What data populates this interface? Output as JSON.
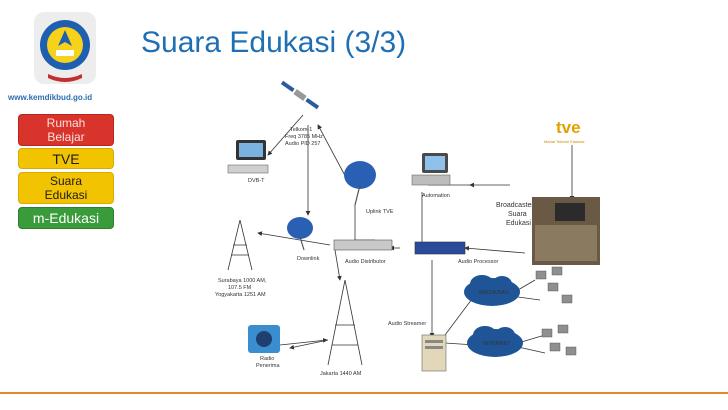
{
  "header": {
    "title": "Suara Edukasi (3/3)",
    "url": "www.kemdikbud.go.id"
  },
  "sidebar": {
    "items": [
      {
        "lines": [
          "Rumah",
          "Belajar"
        ]
      },
      {
        "lines": [
          "TVE"
        ]
      },
      {
        "lines": [
          "Suara",
          "Edukasi"
        ]
      },
      {
        "lines": [
          "m-Edukasi"
        ]
      }
    ]
  },
  "diagram": {
    "satellite": [
      "Telkom-1",
      "Freq 3785 MHz",
      "Audio PID 257"
    ],
    "dvb": "DVB-T",
    "uplink": "Uplink TVE",
    "downlink": "Downlink",
    "audio_distributor": "Audio Distributor",
    "automation": "Automation",
    "broadcaster": [
      "Broadcaster",
      "Suara",
      "Edukasi"
    ],
    "audio_processor": "Audio Processor",
    "surabaya": [
      "Surabaya 1000 AM,",
      "107.5 FM",
      "Yogyakarta 1251 AM"
    ],
    "jakarta": "Jakarta 1440 AM",
    "radio": [
      "Radio",
      "Penerima"
    ],
    "audio_streamer": "Audio Streamer",
    "jardiknas": "JARDIKNAS",
    "internet": "INTERNET",
    "tve_logo": "tve",
    "tve_tagline": "Media Televisi Edukasi"
  },
  "colors": {
    "title": "#1f6fb4",
    "rumah_belajar": "#d9342b",
    "tve": "#f2c300",
    "suara_edukasi": "#f2c300",
    "m_edukasi": "#3a9b3a",
    "footer_line": "#e08a2a"
  }
}
